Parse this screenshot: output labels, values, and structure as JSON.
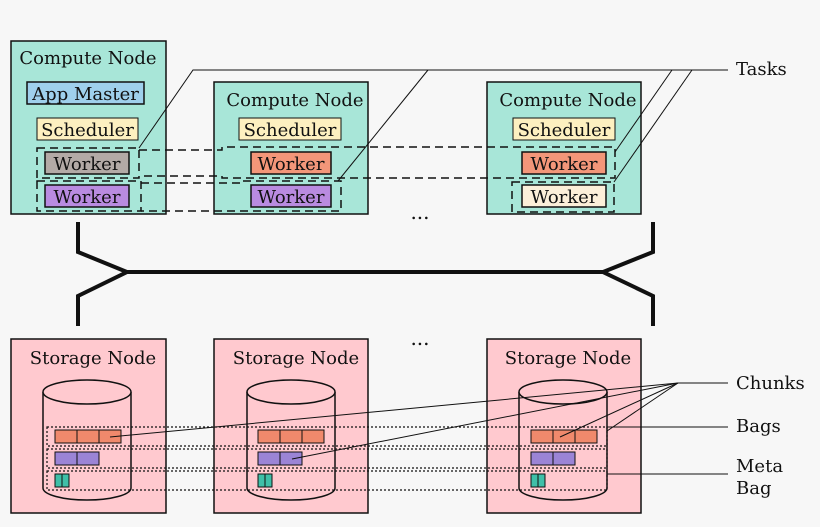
{
  "compute_nodes": [
    {
      "title": "Compute Node",
      "app_master": "App Master",
      "scheduler": "Scheduler",
      "workers": [
        "Worker",
        "Worker"
      ]
    },
    {
      "title": "Compute Node",
      "scheduler": "Scheduler",
      "workers": [
        "Worker",
        "Worker"
      ]
    },
    {
      "title": "Compute Node",
      "scheduler": "Scheduler",
      "workers": [
        "Worker",
        "Worker"
      ]
    }
  ],
  "storage_nodes": [
    {
      "title": "Storage Node"
    },
    {
      "title": "Storage Node"
    },
    {
      "title": "Storage Node"
    }
  ],
  "ellipsis": "...",
  "callouts": {
    "tasks": "Tasks",
    "chunks": "Chunks",
    "bags": "Bags",
    "meta_bag_line1": "Meta",
    "meta_bag_line2": "Bag"
  },
  "colors": {
    "background": "#f7f7f7",
    "compute_fill": "#a8e6d8",
    "storage_fill": "#ffc9cf",
    "app_master": "#9fd0ec",
    "scheduler": "#fdf0c0",
    "worker_gray": "#b3aaa6",
    "worker_purple": "#b98be0",
    "worker_orange": "#f39679",
    "worker_cream": "#fcefd9",
    "chunk_orange": "#f0896c",
    "chunk_purple": "#9b84d6",
    "meta_teal": "#3fbfa8"
  }
}
